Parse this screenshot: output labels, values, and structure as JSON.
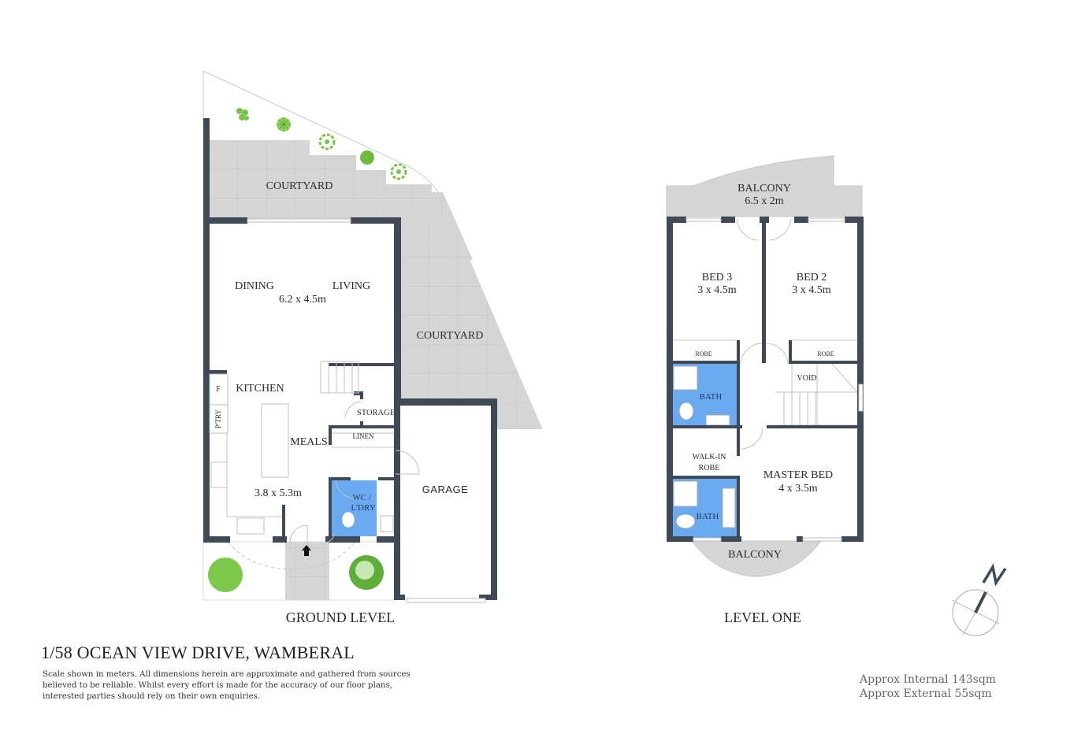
{
  "colors": {
    "wall": "#3f4a56",
    "paving": "#d4d5d4",
    "tile_line": "#bdbdbb",
    "wet_area": "#6aaaf0",
    "plant_green": "#7cc84a",
    "background": "#ffffff"
  },
  "property": {
    "title": "1/58 OCEAN VIEW DRIVE, WAMBERAL",
    "disclaimer": "Scale shown in meters. All dimensions herein are approximate and gathered from sources believed to be  reliable. Whilst every effort is made for the accuracy of our floor plans, interested parties should rely on their own enquiries."
  },
  "areas": {
    "internal": "Approx Internal 143sqm",
    "external": "Approx External 55sqm"
  },
  "compass": {
    "label": "N",
    "icon": "north-arrow-icon"
  },
  "ground_level": {
    "label": "GROUND LEVEL",
    "rooms": {
      "courtyard_top": "COURTYARD",
      "courtyard_side": "COURTYARD",
      "dining": "DINING",
      "living": "LIVING",
      "dining_living_dims": "6.2 x 4.5m",
      "kitchen": "KITCHEN",
      "fridge": "F",
      "pantry": "P'TRY",
      "meals": "MEALS",
      "kitchen_dims": "3.8 x 5.3m",
      "storage": "STORAGE",
      "linen": "LINEN",
      "wc_line1": "WC /",
      "wc_line2": "L'DRY",
      "garage": "GARAGE"
    }
  },
  "level_one": {
    "label": "LEVEL ONE",
    "rooms": {
      "balcony_top": "BALCONY",
      "balcony_top_dims": "6.5 x 2m",
      "bed3": "BED 3",
      "bed3_dims": "3 x 4.5m",
      "bed2": "BED 2",
      "bed2_dims": "3 x 4.5m",
      "robe_left": "ROBE",
      "robe_right": "ROBE",
      "bath_upper": "BATH",
      "void": "VOID",
      "walkin_line1": "WALK-IN",
      "walkin_line2": "ROBE",
      "master_bed": "MASTER BED",
      "master_dims": "4 x 3.5m",
      "bath_ensuite": "BATH",
      "balcony_bottom": "BALCONY"
    }
  }
}
